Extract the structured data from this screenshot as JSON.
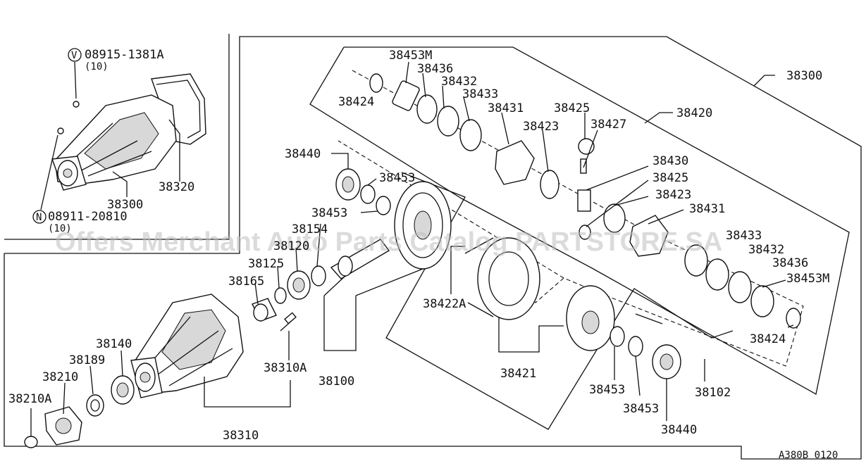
{
  "callouts": {
    "bolt_top": "08915-1381A",
    "bolt_top_qty": "(10)",
    "bolt_top_marker": "V",
    "nut_bottom": "08911-20810",
    "nut_bottom_qty": "(10)",
    "nut_bottom_marker": "N",
    "inset_housing": "38300",
    "inset_cover": "38320",
    "assy_diff": "38300",
    "case_assy": "38420",
    "shim_m_top": "38453M",
    "thrust_washer_top": "38436",
    "plate_top": "38432",
    "plate_top2": "38433",
    "spring_top": "38431",
    "washer_small_top": "38424",
    "pinion_mate": "38425",
    "pinion_gear_top": "38423",
    "shaft_pin": "38427",
    "spacer_block": "38430",
    "pinion_mate_2": "38425",
    "side_gear_2": "38423",
    "spring_2": "38431",
    "plate_mid": "38433",
    "plate_mid2": "38432",
    "thrust_mid": "38436",
    "shim_m_mid": "38453M",
    "washer_small_mid": "38424",
    "bearing_left": "38440",
    "shim_left_1": "38453",
    "shim_left_2": "38453",
    "pinion_collar": "38154",
    "pinion_bearing": "38120",
    "pinion_spacer": "38125",
    "pinion_sleeve": "38165",
    "oil_seal": "38140",
    "washer_189": "38189",
    "companion_flange": "38210",
    "flange_nut": "38210A",
    "carrier_stud": "38310A",
    "carrier": "38310",
    "gear_set": "38100",
    "case_half": "38422A",
    "case_group": "38421",
    "shim_right_1": "38453",
    "shim_right_2": "38453",
    "bearing_right": "38440",
    "case_bolt": "38102",
    "footer_code": "A380B 0120"
  },
  "watermark": "Offers Merchant Auto Parts Catalog PARTSTORE.SA"
}
